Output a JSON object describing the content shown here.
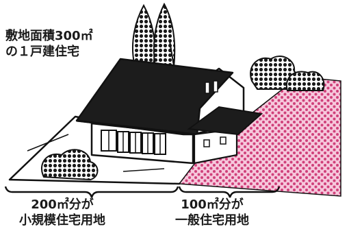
{
  "lot_label": {
    "line1": "敷地面積300㎡",
    "line2": "の１戸建住宅"
  },
  "small_residential": {
    "area": "200㎡分が",
    "category": "小規模住宅用地"
  },
  "general_residential": {
    "area": "100㎡分が",
    "category": "一般住宅用地"
  },
  "colors": {
    "highlight_dots": "#d0407a",
    "highlight_fill": "#f6c8dc",
    "ink": "#111111"
  }
}
